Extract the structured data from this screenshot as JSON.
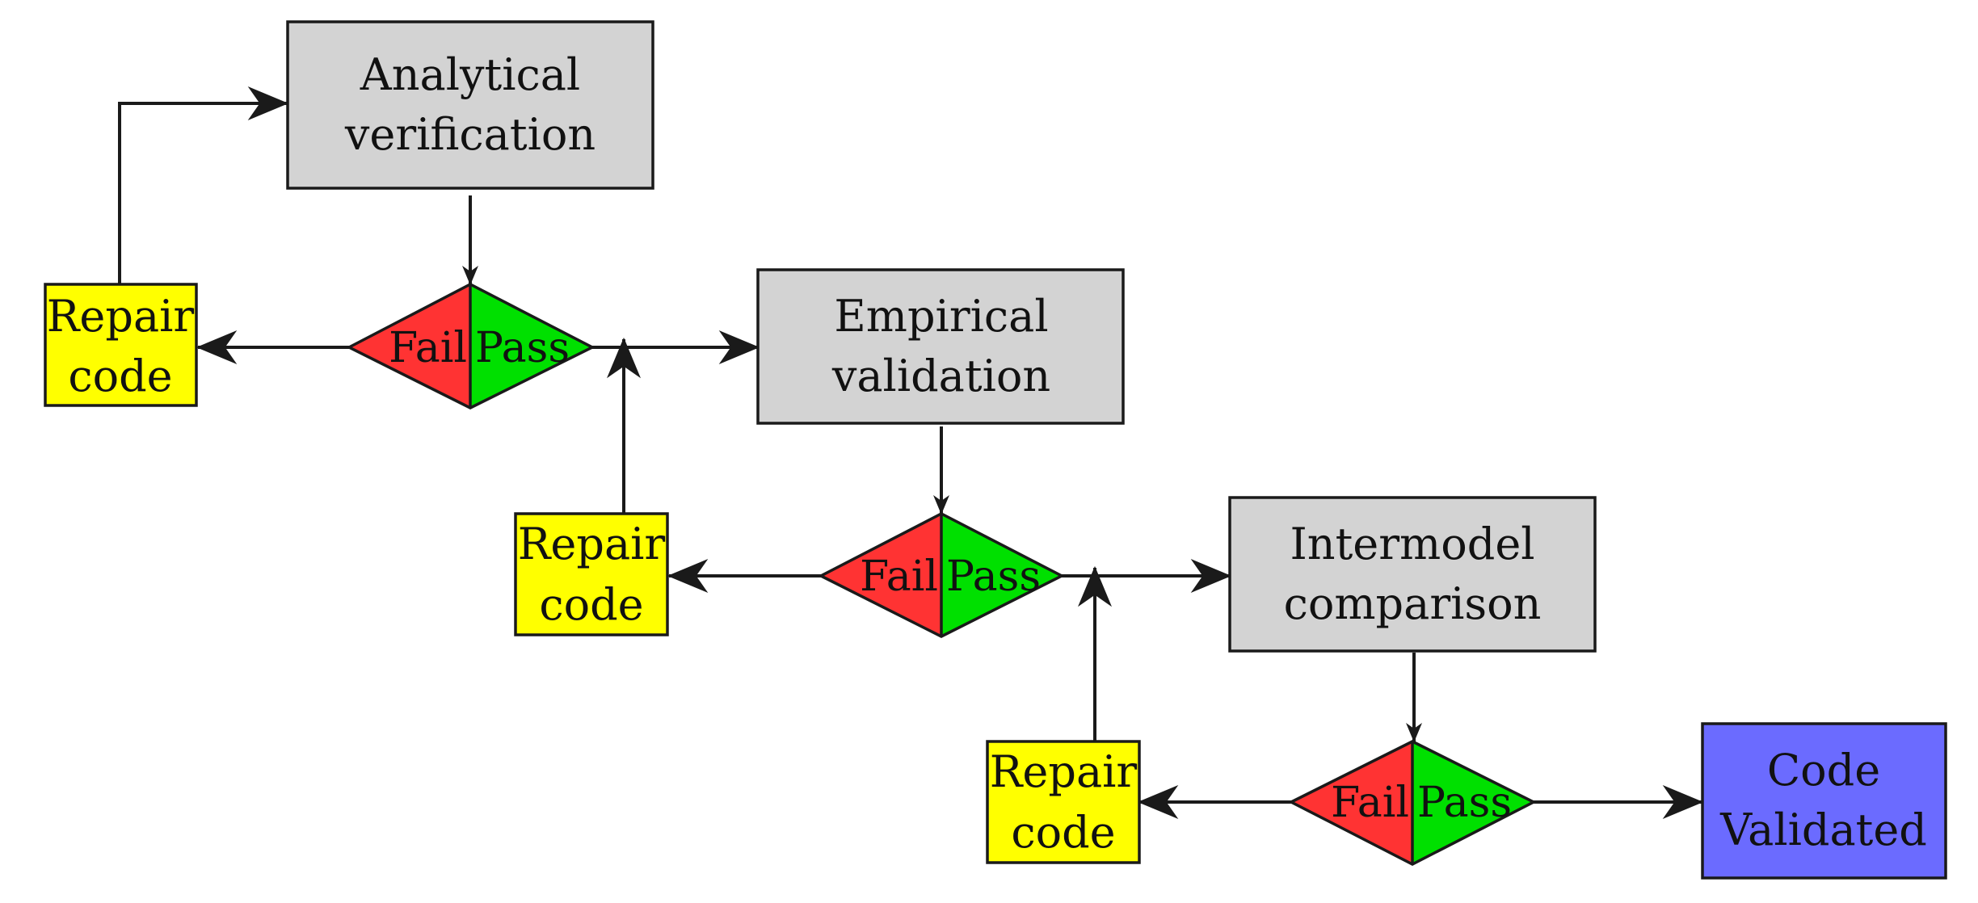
{
  "colors": {
    "process_fill": "#d3d3d3",
    "repair_fill": "#ffff00",
    "fail_fill": "#ff3333",
    "pass_fill": "#00e000",
    "final_fill": "#6b6bff",
    "stroke": "#1a1a1a"
  },
  "steps": [
    {
      "process": {
        "line1": "Analytical",
        "line2": "verification"
      },
      "decision": {
        "fail": "Fail",
        "pass": "Pass"
      },
      "repair": {
        "line1": "Repair",
        "line2": "code"
      }
    },
    {
      "process": {
        "line1": "Empirical",
        "line2": "validation"
      },
      "decision": {
        "fail": "Fail",
        "pass": "Pass"
      },
      "repair": {
        "line1": "Repair",
        "line2": "code"
      }
    },
    {
      "process": {
        "line1": "Intermodel",
        "line2": "comparison"
      },
      "decision": {
        "fail": "Fail",
        "pass": "Pass"
      },
      "repair": {
        "line1": "Repair",
        "line2": "code"
      }
    }
  ],
  "final": {
    "line1": "Code",
    "line2": "Validated"
  }
}
